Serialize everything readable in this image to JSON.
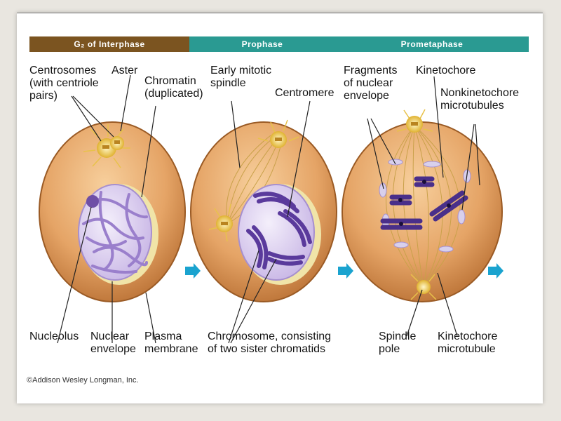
{
  "headers": {
    "g2": "G₂ of Interphase",
    "prophase": "Prophase",
    "prometaphase": "Prometaphase"
  },
  "labels": {
    "centrosomes": "Centrosomes\n(with centriole\npairs)",
    "aster": "Aster",
    "chromatin": "Chromatin\n(duplicated)",
    "early_spindle": "Early mitotic\nspindle",
    "centromere": "Centromere",
    "fragments": "Fragments\nof nuclear\nenvelope",
    "kinetochore": "Kinetochore",
    "nonkinetochore": "Nonkinetochore\nmicrotubules",
    "nucleolus": "Nucleolus",
    "nuclear_envelope": "Nuclear\nenvelope",
    "plasma_membrane": "Plasma\nmembrane",
    "chromosome": "Chromosome, consisting\nof two sister chromatids",
    "spindle_pole": "Spindle\npole",
    "kinetochore_microtubule": "Kinetochore\nmicrotubule"
  },
  "copyright": "©Addison Wesley Longman, Inc.",
  "colors": {
    "header_brown": "#7b5420",
    "header_teal": "#2a9a92",
    "cell_orange": "#e2a366",
    "nucleus_lilac": "#e4dbf3",
    "chromosome_purple": "#5a3a9c",
    "arrow_cyan": "#1aa3cf"
  }
}
